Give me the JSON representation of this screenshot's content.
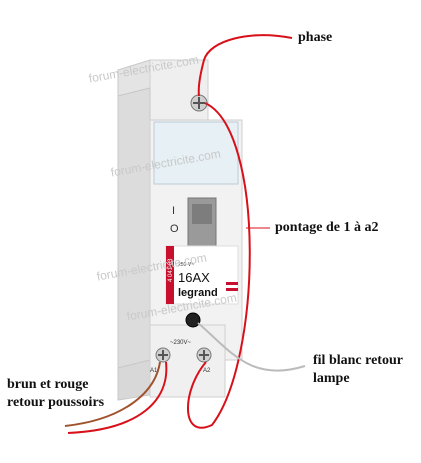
{
  "labels": {
    "phase": "phase",
    "pontage": "pontage de 1 à a2",
    "fil_line1": "fil blanc retour",
    "fil_line2": "lampe",
    "brun_line1": "brun et rouge",
    "brun_line2": "retour poussoirs"
  },
  "device": {
    "rating_top": "250 V~",
    "rating": "16AX",
    "brand": "legrand",
    "ref": "4 041 03",
    "switch_on": "I",
    "switch_off": "O",
    "voltage": "~230V~",
    "terminal_a1": "A1",
    "terminal_a2": "A2"
  },
  "watermarks": [
    "forum-electricite.com",
    "forum-electricite.com",
    "forum-electricite.com",
    "forum-electricite.com"
  ],
  "colors": {
    "wire_red": "#d8101a",
    "wire_brown": "#a0522d",
    "wire_white": "#bbbbbb",
    "brand_red": "#c8102e"
  }
}
